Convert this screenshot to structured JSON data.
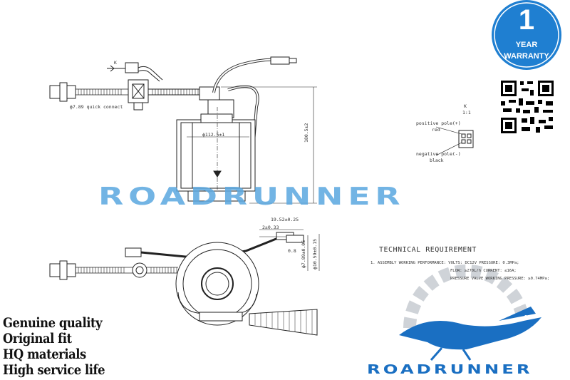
{
  "warranty": {
    "number": "1",
    "line1": "YEAR",
    "line2": "WARRANTY",
    "color": "#1f7fd1"
  },
  "watermark": "ROADRUNNER",
  "brand": {
    "name": "ROADRUNNER",
    "color": "#1a6fc2"
  },
  "drawing_labels": {
    "view_marker_k": "K",
    "quick_connect": "ϕ7.89 quick connect",
    "diameter": "ϕ112.5±1",
    "height": "180.5±2",
    "k_view": "K",
    "k_scale": "1:1",
    "positive_pole": "positive pole(+)",
    "positive_color": "red",
    "negative_pole": "negative pole(-)",
    "negative_color": "black",
    "dim_1952": "19.52±0.25",
    "dim_2": "2±0.33",
    "dim_08": "0.8",
    "dim_789": "ϕ7.89±0.06",
    "dim_1059": "ϕ10.59±0.15"
  },
  "technical": {
    "title": "TECHNICAL REQUIREMENT",
    "line1": "1. ASSEMBLY WORKING PERFORMANCE: VOLTS: DC12V  PRESSURE: 0.3MPa;",
    "line2": "FLOW: ≥270L/h  CURRENT: ≤16A;",
    "line3": "PRESSURE VALVE WORKING PRESSURE: ≥0.74MPa;"
  },
  "features": [
    "Genuine quality",
    "Original fit",
    "HQ materials",
    "High service life"
  ]
}
